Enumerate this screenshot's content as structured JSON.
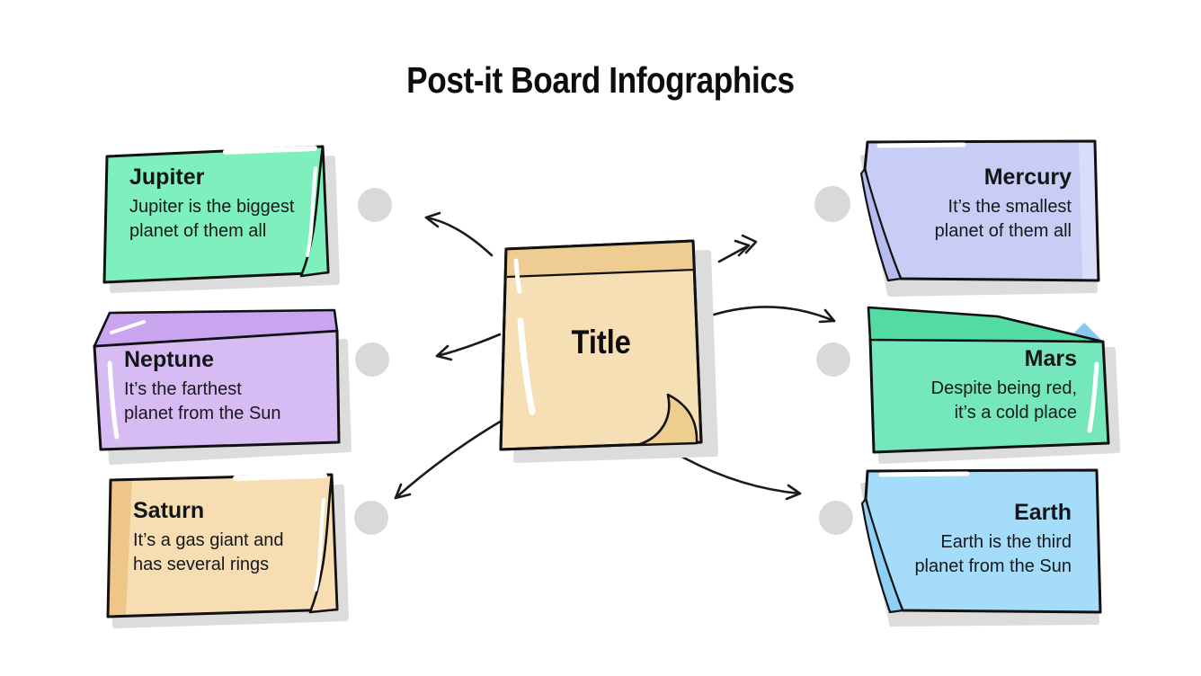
{
  "page": {
    "title": "Post-it Board Infographics",
    "background": "#ffffff",
    "dot_color": "#d9d9d9",
    "outline_color": "#111111"
  },
  "center_note": {
    "label": "Title",
    "color": "#f6dfb5",
    "band_color": "#efcd92",
    "curl_color": "#eecd90"
  },
  "notes": [
    {
      "id": "jupiter",
      "title": "Jupiter",
      "line1": "Jupiter is the biggest",
      "line2": "planet of them all",
      "color": "#7df0be",
      "accent": "#57e2a6",
      "side": "left"
    },
    {
      "id": "neptune",
      "title": "Neptune",
      "line1": "It’s the farthest",
      "line2": "planet from the Sun",
      "color": "#d6bcf2",
      "accent": "#c9a4ef",
      "side": "left"
    },
    {
      "id": "saturn",
      "title": "Saturn",
      "line1": "It’s a gas giant and",
      "line2": "has several rings",
      "color": "#f6ddb2",
      "accent": "#eec687",
      "side": "left"
    },
    {
      "id": "mercury",
      "title": "Mercury",
      "line1": "It’s the smallest",
      "line2": "planet of them all",
      "color": "#c7cdf4",
      "accent": "#b4bcf0",
      "side": "right"
    },
    {
      "id": "mars",
      "title": "Mars",
      "line1": "Despite being red,",
      "line2": "it’s a cold place",
      "color": "#74e8bc",
      "accent": "#52dca4",
      "side": "right"
    },
    {
      "id": "earth",
      "title": "Earth",
      "line1": "Earth is the third",
      "line2": "planet from the Sun",
      "color": "#a5dcfa",
      "accent": "#8fd0f7",
      "side": "right"
    }
  ]
}
